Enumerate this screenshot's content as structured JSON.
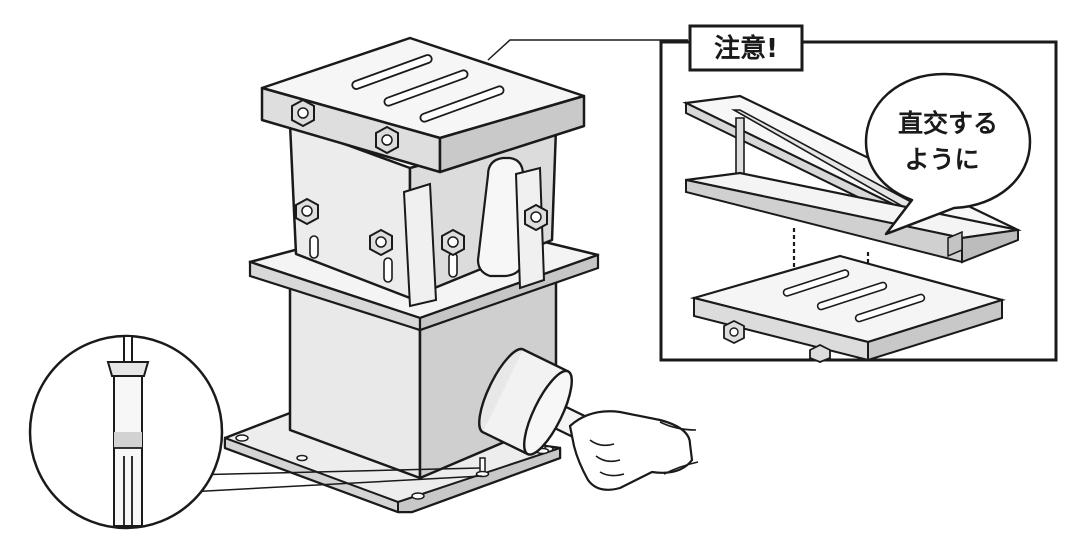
{
  "notice": {
    "title": "注意!"
  },
  "speech_bubble": {
    "line1": "直交する",
    "line2": "ように"
  },
  "colors": {
    "ink": "#1a1a1a",
    "paper": "#ffffff",
    "metal_light": "#f2f2f2",
    "metal_mid": "#d9d9d9",
    "metal_dark": "#bdbdbd"
  }
}
